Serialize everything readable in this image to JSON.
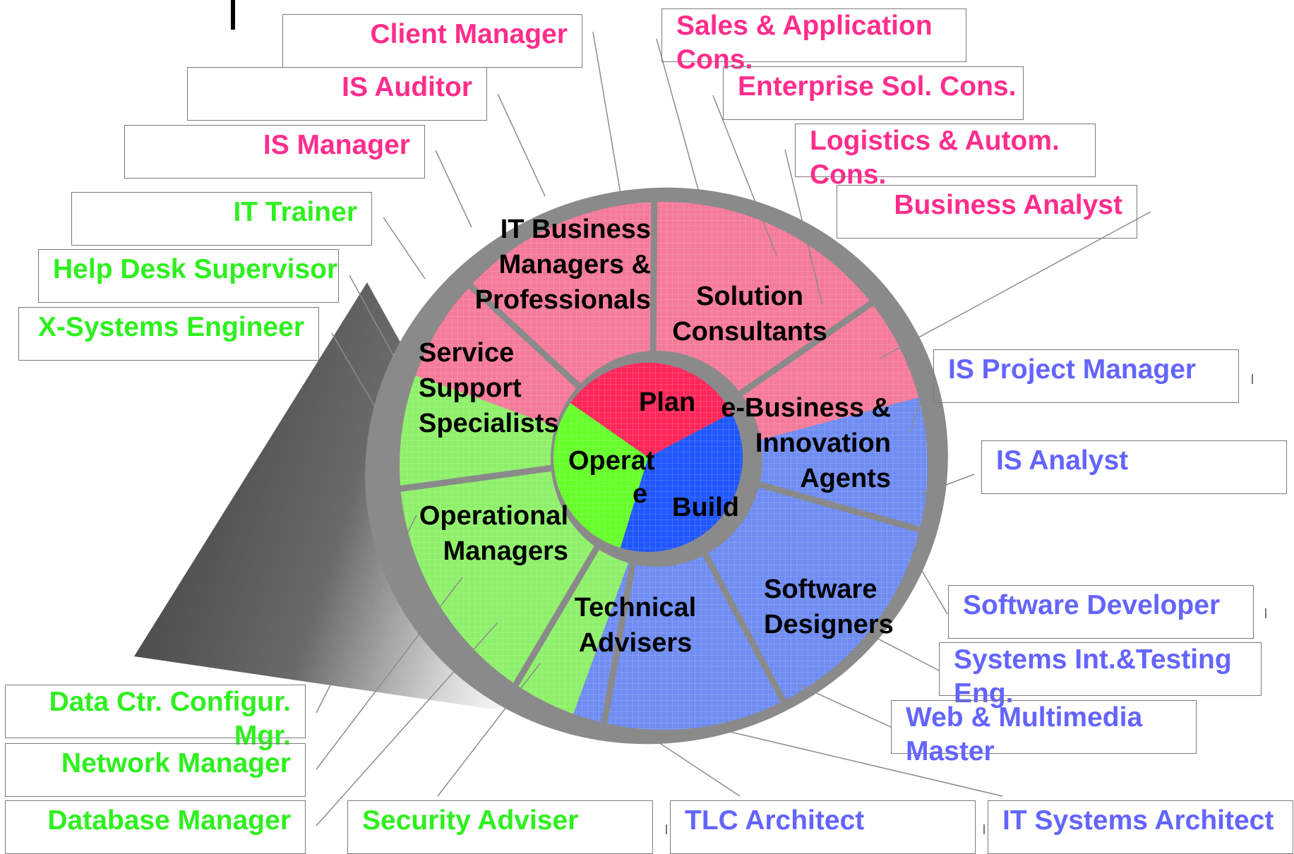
{
  "colors": {
    "plan": "#ff2659",
    "build": "#1f56ff",
    "operate": "#66ff2a",
    "plan_ring": "#f57a99",
    "build_ring": "#6f8cf2",
    "operate_ring": "#8ef06a",
    "label_pink": "#ff2d8c",
    "label_green": "#2ef01e",
    "label_blue": "#6464ff"
  },
  "core": {
    "plan": "Plan",
    "build": "Build",
    "operate_1": "Operat",
    "operate_2": "e"
  },
  "segments": {
    "it_business": [
      "IT Business",
      "Managers &",
      "Professionals"
    ],
    "solution": [
      "Solution",
      "Consultants"
    ],
    "ebusiness": [
      "e-Business &",
      "Innovation",
      "Agents"
    ],
    "software_designers": [
      "Software",
      "Designers"
    ],
    "technical_advisers": [
      "Technical",
      "Advisers"
    ],
    "operational_managers": [
      "Operational",
      "Managers"
    ],
    "service_support": [
      "Service",
      "Support",
      "Specialists"
    ]
  },
  "labels": {
    "client_manager": "Client Manager",
    "is_auditor": "IS Auditor",
    "is_manager": "IS Manager",
    "it_trainer": "IT Trainer",
    "help_desk_supervisor": "Help Desk Supervisor",
    "x_systems_engineer": "X-Systems Engineer",
    "sales_application_cons": "Sales & Application Cons.",
    "enterprise_sol_cons": "Enterprise Sol. Cons.",
    "logistics_autom_cons": "Logistics & Autom. Cons.",
    "business_analyst": "Business Analyst",
    "is_project_manager": "IS Project Manager",
    "is_analyst": "IS Analyst",
    "software_developer": "Software Developer",
    "systems_int_testing_eng": "Systems Int.&Testing Eng.",
    "web_multimedia_master": "Web & Multimedia Master",
    "data_ctr_configur_mgr": "Data Ctr. Configur. Mgr.",
    "network_manager": "Network Manager",
    "database_manager": "Database Manager",
    "security_adviser": "Security Adviser",
    "tlc_architect": "TLC Architect",
    "it_systems_architect": "IT Systems Architect"
  }
}
